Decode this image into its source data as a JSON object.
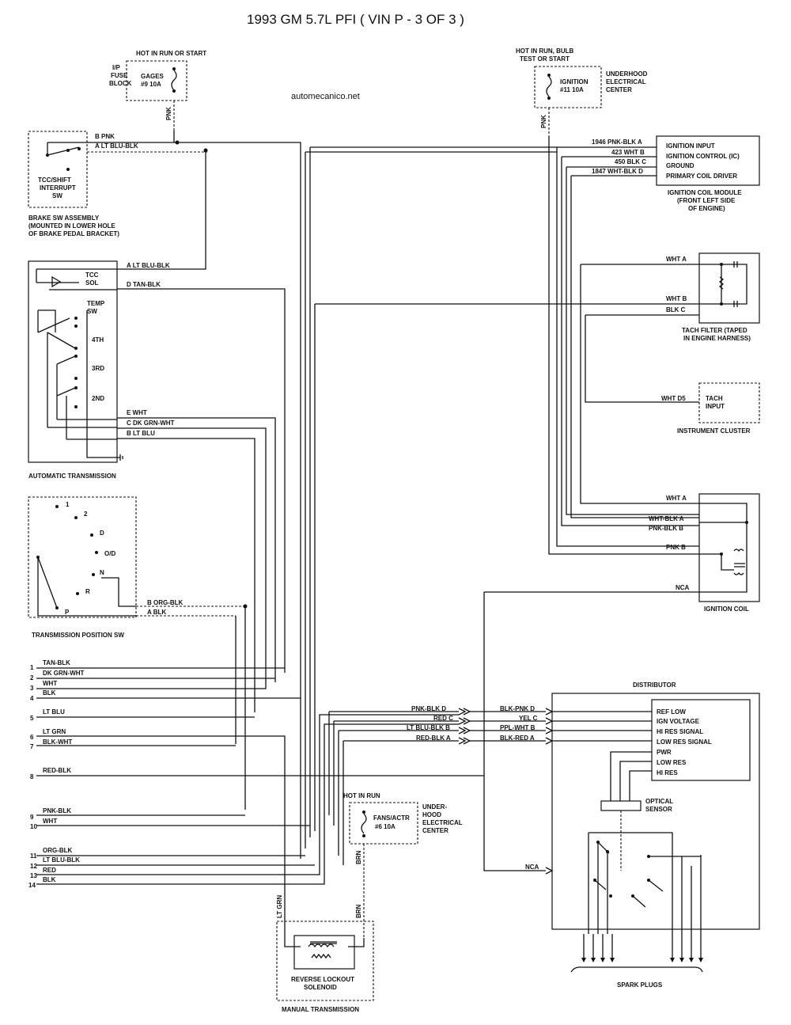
{
  "title": "1993 GM 5.7L PFI ( VIN P - 3 OF 3 )",
  "watermark": "automecanico.net",
  "fuse_gages": {
    "power": "HOT IN RUN OR START",
    "block_l1": "I/P",
    "block_l2": "FUSE",
    "block_l3": "BLOCK",
    "name": "GAGES",
    "rating": "#9 10A",
    "wire": "PNK"
  },
  "fuse_ignition": {
    "power_l1": "HOT IN RUN, BULB",
    "power_l2": "TEST OR START",
    "name": "IGNITION",
    "rating": "#11 10A",
    "center_l1": "UNDERHOOD",
    "center_l2": "ELECTRICAL",
    "center_l3": "CENTER",
    "wire": "PNK"
  },
  "brake_switch": {
    "pin_b": "B  PNK",
    "pin_a": "A  LT BLU-BLK",
    "sw_l1": "TCC/SHIFT",
    "sw_l2": "INTERRUPT",
    "sw_l3": "SW",
    "caption_l1": "BRAKE SW ASSEMBLY",
    "caption_l2": "(MOUNTED IN LOWER HOLE",
    "caption_l3": "OF BRAKE PEDAL BRACKET)"
  },
  "ignition_module": {
    "wires": [
      "1946 PNK-BLK  A",
      "423 WHT  B",
      "450 BLK  C",
      "1847 WHT-BLK  D"
    ],
    "pins": [
      "IGNITION INPUT",
      "IGNITION CONTROL (IC)",
      "GROUND",
      "PRIMARY COIL DRIVER"
    ],
    "caption_l1": "IGNITION COIL MODULE",
    "caption_l2": "(FRONT LEFT SIDE",
    "caption_l3": "OF ENGINE)"
  },
  "auto_trans": {
    "pin_a": "A  LT BLU-BLK",
    "pin_d": "D  TAN-BLK",
    "tcc_l1": "TCC",
    "tcc_l2": "SOL",
    "temp_l1": "TEMP",
    "temp_l2": "SW",
    "sw_4th": "4TH",
    "sw_3rd": "3RD",
    "sw_2nd": "2ND",
    "pin_e": "E  WHT",
    "pin_c": "C  DK GRN-WHT",
    "pin_b": "B  LT BLU",
    "caption": "AUTOMATIC TRANSMISSION"
  },
  "tach_filter": {
    "wire_a": "WHT  A",
    "wire_b1": "WHT  B",
    "wire_b2": "BLK  C",
    "caption_l1": "TACH FILTER (TAPED",
    "caption_l2": "IN ENGINE HARNESS)"
  },
  "tach_input": {
    "wire": "WHT  D5",
    "label_l1": "TACH",
    "label_l2": "INPUT",
    "caption": "INSTRUMENT CLUSTER"
  },
  "trans_pos": {
    "gears": [
      "1",
      "2",
      "D",
      "O/D",
      "N",
      "R",
      "P"
    ],
    "pin_b": "B  ORG-BLK",
    "pin_a": "A  BLK",
    "caption": "TRANSMISSION POSITION SW"
  },
  "ign_coil": {
    "wires": [
      "WHT  A",
      "WHT-BLK  A",
      "PNK-BLK  B",
      "PNK  B",
      "NCA"
    ],
    "caption": "IGNITION COIL"
  },
  "connector": {
    "wires": [
      {
        "num": "1",
        "color": "TAN-BLK"
      },
      {
        "num": "2",
        "color": "DK GRN-WHT"
      },
      {
        "num": "3",
        "color": "WHT"
      },
      {
        "num": "4",
        "color": "BLK"
      },
      {
        "num": "5",
        "color": "LT BLU"
      },
      {
        "num": "6",
        "color": "LT GRN"
      },
      {
        "num": "7",
        "color": "BLK-WHT"
      },
      {
        "num": "8",
        "color": "RED-BLK"
      },
      {
        "num": "9",
        "color": "PNK-BLK"
      },
      {
        "num": "10",
        "color": "WHT"
      },
      {
        "num": "11",
        "color": "ORG-BLK"
      },
      {
        "num": "12",
        "color": "LT BLU-BLK"
      },
      {
        "num": "13",
        "color": "RED"
      },
      {
        "num": "14",
        "color": "BLK"
      }
    ]
  },
  "distributor": {
    "title": "DISTRIBUTOR",
    "left_wires": [
      "PNK-BLK  D",
      "RED  C",
      "LT BLU-BLK  B",
      "RED-BLK  A"
    ],
    "inner_wires": [
      "BLK-PNK  D",
      "YEL  C",
      "PPL-WHT  B",
      "BLK-RED  A"
    ],
    "signals": [
      "REF LOW",
      "IGN VOLTAGE",
      "HI RES SIGNAL",
      "LOW RES SIGNAL",
      "PWR",
      "LOW RES",
      "HI RES"
    ],
    "optical_l1": "OPTICAL",
    "optical_l2": "SENSOR",
    "nca": "NCA",
    "spark": "SPARK PLUGS"
  },
  "fuse_fans": {
    "power": "HOT IN RUN",
    "name": "FANS/ACTR",
    "rating": "#6 10A",
    "center_l1": "UNDER-",
    "center_l2": "HOOD",
    "center_l3": "ELECTRICAL",
    "center_l4": "CENTER",
    "wire": "BRN"
  },
  "manual_trans": {
    "wire_ltgrn": "LT GRN",
    "wire_brn": "BRN",
    "sol_l1": "REVERSE LOCKOUT",
    "sol_l2": "SOLENOID",
    "caption": "MANUAL TRANSMISSION"
  }
}
